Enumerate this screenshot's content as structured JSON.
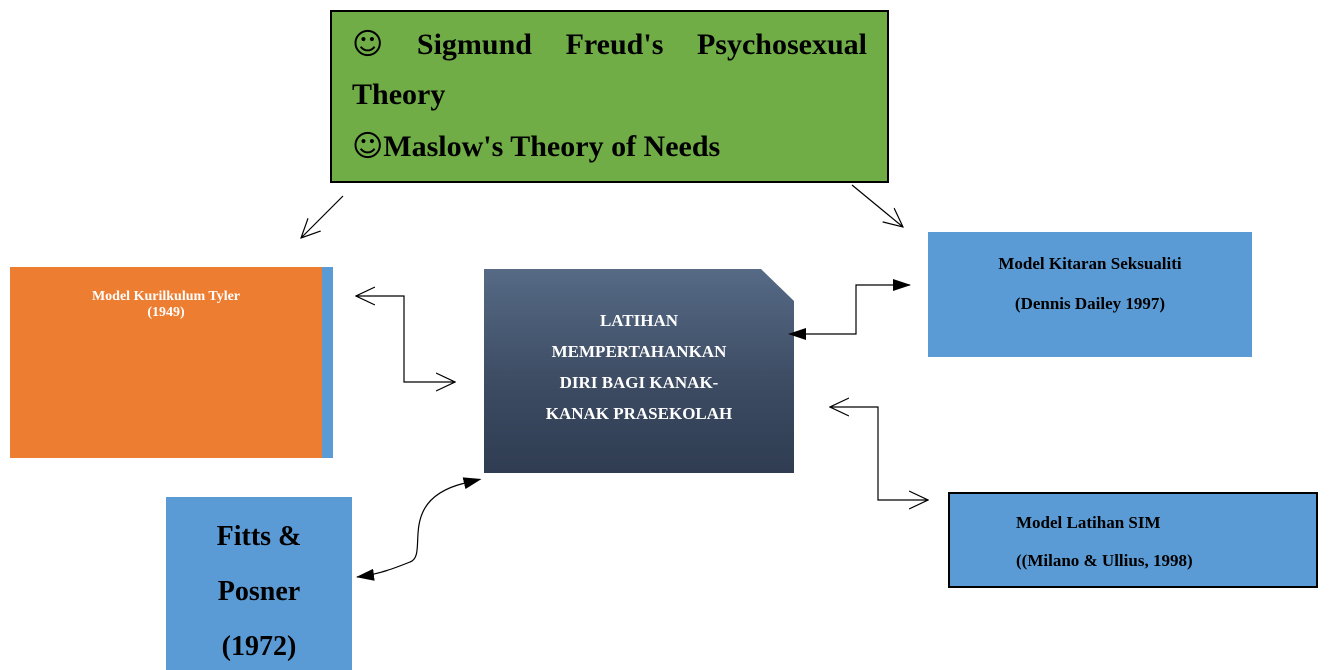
{
  "theory_box": {
    "icon": "☺",
    "line1_words": [
      "Sigmund",
      "Freud's",
      "Psychosexual"
    ],
    "line2": "Theory",
    "line3": "Maslow's Theory of Needs",
    "color": "#70ad47"
  },
  "tyler_box": {
    "title": "Model Kurilkulum Tyler",
    "year": "(1949)",
    "color": "#ed7d31"
  },
  "center_box": {
    "lines": [
      "LATIHAN",
      "MEMPERTAHANKAN",
      "DIRI BAGI KANAK-",
      "KANAK PRASEKOLAH"
    ],
    "color": "#44546a"
  },
  "dailey_box": {
    "title": "Model Kitaran Seksualiti",
    "author": "(Dennis Dailey 1997)",
    "color": "#5b9bd5"
  },
  "sim_box": {
    "title": "Model Latihan SIM",
    "author": "((Milano & Ullius, 1998)",
    "color": "#5b9bd5"
  },
  "fitts_box": {
    "lines": [
      "Fitts &",
      "Posner",
      "(1972)"
    ],
    "color": "#5b9bd5"
  }
}
